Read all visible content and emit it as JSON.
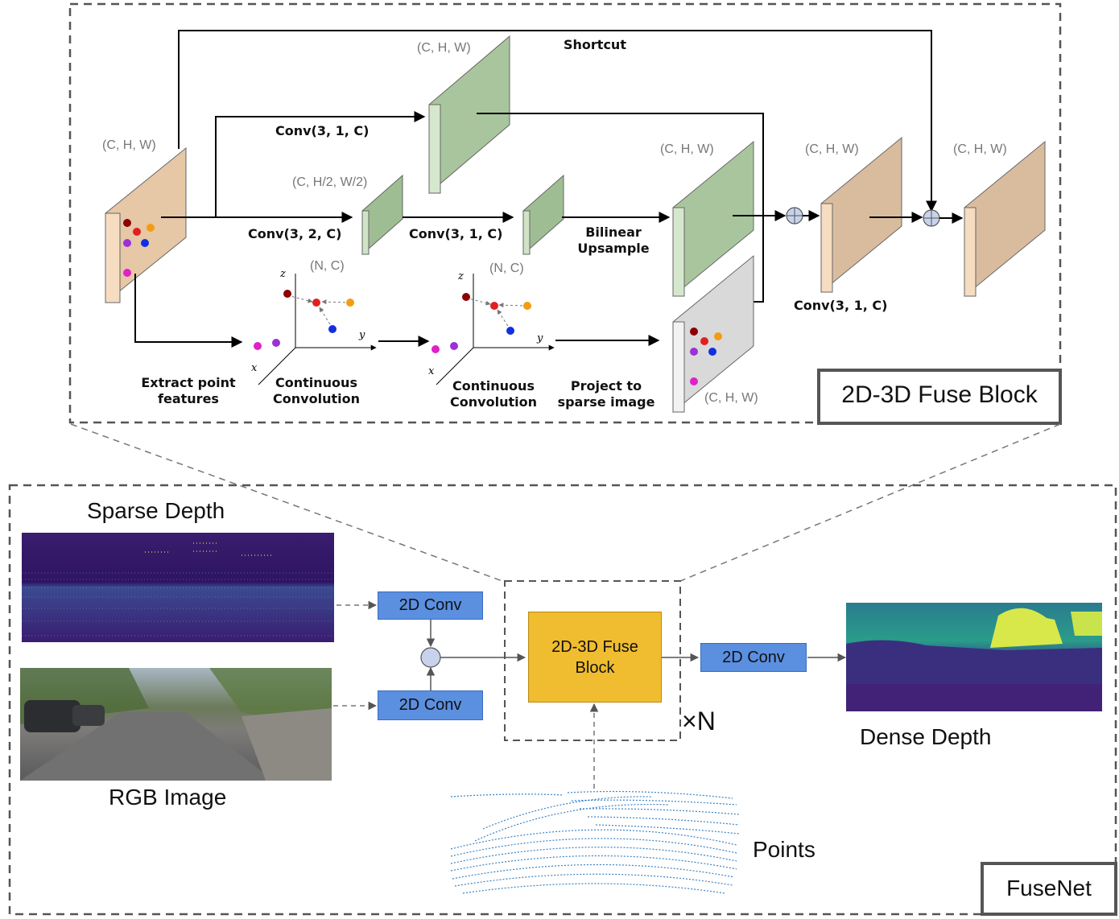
{
  "fuse_block": {
    "title": "2D-3D Fuse Block",
    "shortcut": "Shortcut",
    "shape_chw": "(C, H, W)",
    "shape_half": "(C, H/2, W/2)",
    "shape_nc": "(N, C)",
    "conv_31c": "Conv(3, 1, C)",
    "conv_32c": "Conv(3, 2, C)",
    "bilinear_upsample": "Bilinear\nUpsample",
    "extract_point_features": "Extract point\nfeatures",
    "continuous_convolution": "Continuous\nConvolution",
    "project_to_sparse_image": "Project to\nsparse image",
    "axis_z": "z",
    "axis_y": "y",
    "axis_x": "x"
  },
  "fusenet": {
    "title": "FuseNet",
    "sparse_depth": "Sparse Depth",
    "rgb_image": "RGB Image",
    "conv_2d": "2D Conv",
    "fuse_block": "2D-3D Fuse\nBlock",
    "repeat": "×N",
    "dense_depth": "Dense Depth",
    "points": "Points"
  },
  "colors": {
    "feature_map": "#e6c7a6",
    "conv_map": "#bcd6b4",
    "conv_2d_box": "#5b8fe0",
    "fuse_block_box": "#f0bc30",
    "sparse_image": "#d9d9d9",
    "point_cloud": "#3a82c4"
  }
}
